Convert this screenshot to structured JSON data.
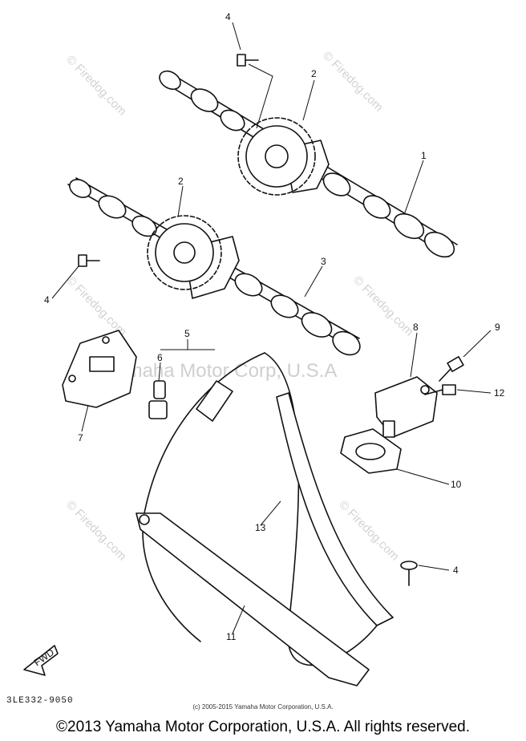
{
  "watermarks": {
    "site": "© Firedog.com",
    "brand": "Yamaha Motor Corp, U.S.A"
  },
  "callouts": [
    "1",
    "2",
    "2",
    "3",
    "4",
    "4",
    "4",
    "5",
    "6",
    "7",
    "8",
    "9",
    "10",
    "11",
    "12",
    "13"
  ],
  "fwd_label": "FWD",
  "diagram_code": "3LE332-9050",
  "small_copyright": "(c) 2005-2015 Yamaha Motor Corporation, U.S.A.",
  "footer_copyright": "©2013 Yamaha Motor Corporation, U.S.A. All rights reserved."
}
